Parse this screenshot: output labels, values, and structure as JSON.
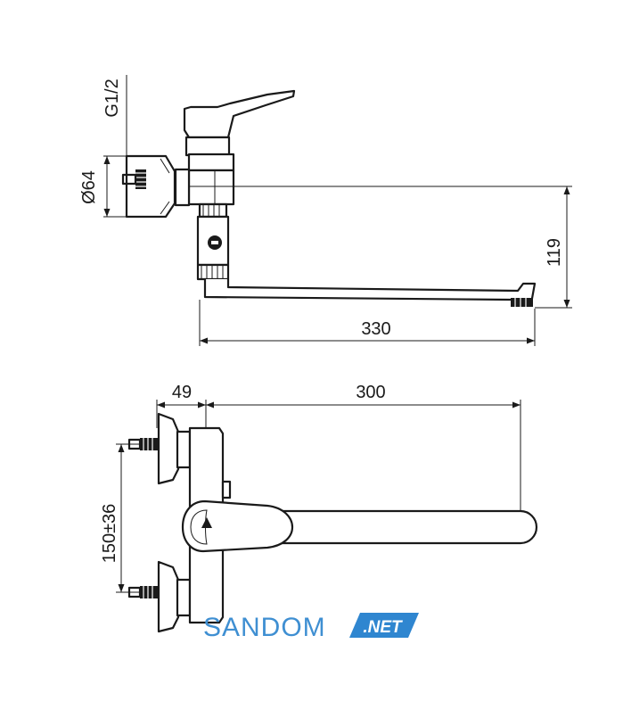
{
  "dimensions": {
    "thread": "G1/2",
    "diameter": "Ø64",
    "spout_height": "119",
    "spout_reach_side": "330",
    "offset": "49",
    "spout_reach_top": "300",
    "center_distance": "150±36"
  },
  "watermark": {
    "name": "SANDOM",
    "suffix": ".NET",
    "colors": {
      "name": "#3f8fd2",
      "badge": "#2f86d0"
    }
  }
}
